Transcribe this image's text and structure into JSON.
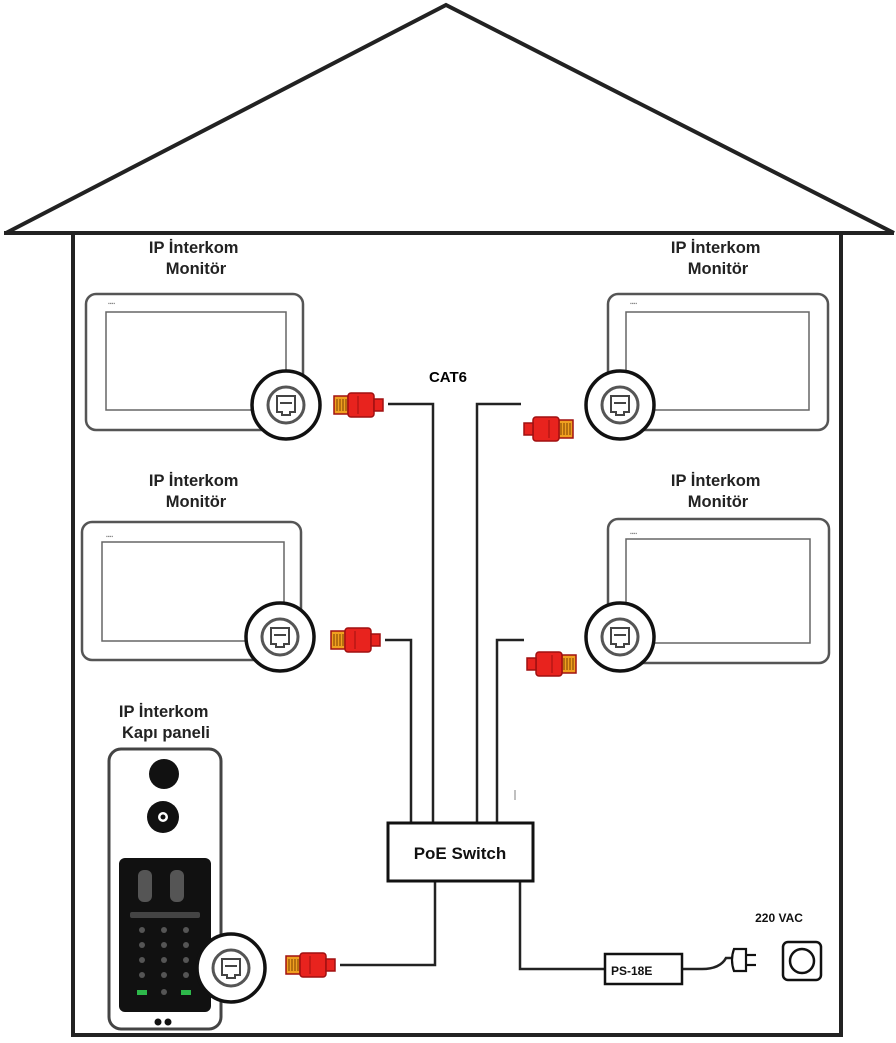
{
  "monitors": {
    "top_left": {
      "line1": "IP İnterkom",
      "line2": "Monitör"
    },
    "top_right": {
      "line1": "IP İnterkom",
      "line2": "Monitör"
    },
    "mid_left": {
      "line1": "IP İnterkom",
      "line2": "Monitör"
    },
    "mid_right": {
      "line1": "IP İnterkom",
      "line2": "Monitör"
    }
  },
  "door_panel": {
    "line1": "IP İnterkom",
    "line2": "Kapı paneli"
  },
  "cable_label": "CAT6",
  "switch_label": "PoE Switch",
  "power_supply_label": "PS-18E",
  "mains_label": "220 VAC",
  "colors": {
    "line": "#222222",
    "connector": "#e8231e",
    "connector_dark": "#a01010",
    "connector_pin": "#f0a020",
    "bezel": "#555555"
  }
}
